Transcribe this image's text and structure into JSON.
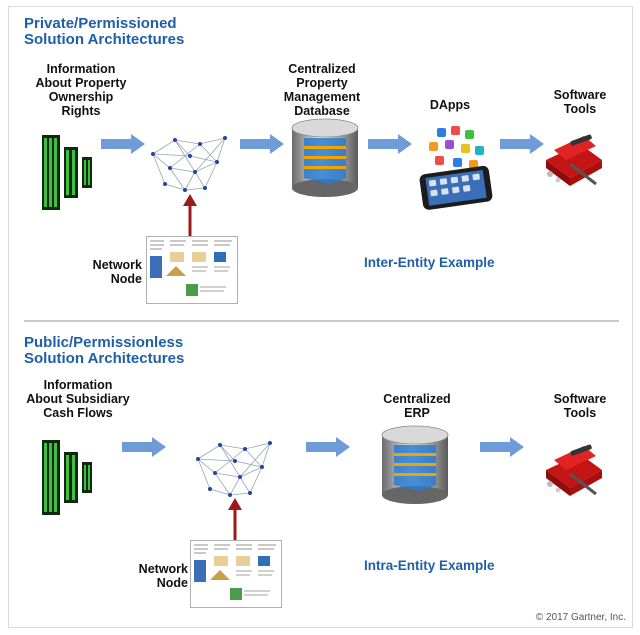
{
  "sections": [
    {
      "title_line1": "Private/Permissioned",
      "title_line2": "Solution Architectures",
      "info_label": "Information\nAbout Property\nOwnership\nRights",
      "database_label": "Centralized\nProperty\nManagement\nDatabase",
      "dapps_label": "DApps",
      "tools_label": "Software\nTools",
      "node_label": "Network\nNode",
      "example_label": "Inter-Entity Example"
    },
    {
      "title_line1": "Public/Permissionless",
      "title_line2": "Solution Architectures",
      "info_label": "Information\nAbout Subsidiary\nCash Flows",
      "database_label": "Centralized\nERP",
      "tools_label": "Software\nTools",
      "node_label": "Network\nNode",
      "example_label": "Intra-Entity Example"
    }
  ],
  "copyright": "© 2017 Gartner, Inc.",
  "colors": {
    "title_blue": "#1f5fa8",
    "arrow_blue": "#6f9bd8",
    "node_arrow_red": "#9b1b1b",
    "matrix_green": "#2e8b2e",
    "toolbox_red": "#d11a1a"
  },
  "icons": [
    "data-matrix-icon",
    "network-graph-icon",
    "database-icon",
    "smartphone-apps-icon",
    "toolbox-icon",
    "document-node-icon"
  ]
}
